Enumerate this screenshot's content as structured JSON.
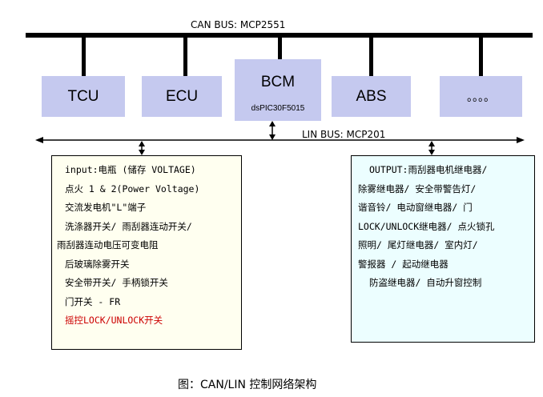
{
  "can_bus": {
    "label": "CAN BUS: MCP2551"
  },
  "nodes": [
    {
      "name": "TCU"
    },
    {
      "name": "ECU"
    },
    {
      "name": "BCM",
      "chip": "dsPIC30F5015"
    },
    {
      "name": "ABS"
    },
    {
      "name": "。。。。"
    }
  ],
  "lin_bus": {
    "label": "LIN BUS: MCP201"
  },
  "input_panel": {
    "lines": [
      "input:电瓶 (储存 VOLTAGE)",
      "点火 1 & 2(Power Voltage)",
      "交流发电机\"L\"端子",
      "洗涤器开关/ 雨刮器连动开关/",
      "雨刮器连动电压可变电阻",
      "后玻璃除雾开关",
      "安全带开关/ 手柄锁开关",
      "门开关 - FR",
      "摇控LOCK/UNLOCK开关"
    ],
    "highlight_color": "#cc0000"
  },
  "output_panel": {
    "lines": [
      "OUTPUT:雨刮器电机继电器/",
      "除雾继电器/  安全带警告灯/",
      "谐音铃/ 电动窗继电器/  门",
      "LOCK/UNLOCK继电器/ 点火锁孔",
      "照明/  尾灯继电器/  室内灯/",
      "警报器   /  起动继电器",
      "防盗继电器/  自动升窗控制"
    ]
  },
  "caption": "图：CAN/LIN 控制网络架构"
}
